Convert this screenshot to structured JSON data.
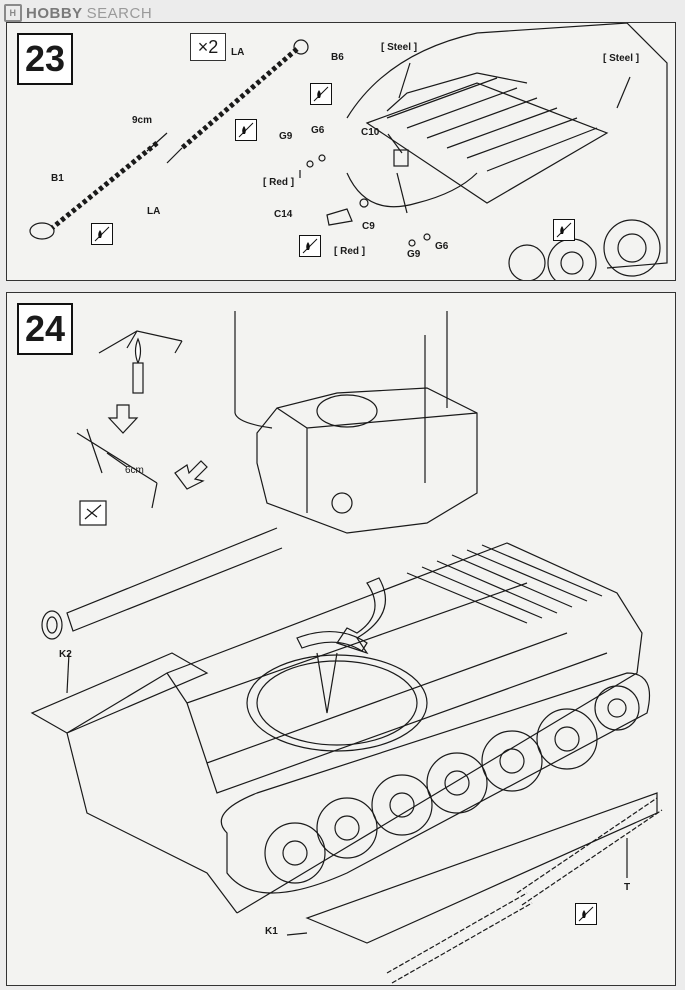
{
  "watermark": {
    "brand": "HOBBY",
    "word": "SEARCH",
    "logo_glyph": "H"
  },
  "step23": {
    "number": "23",
    "quantity": "×2",
    "labels": {
      "la_top": "LA",
      "b6": "B6",
      "dim": "9cm",
      "b1": "B1",
      "la_bottom": "LA",
      "steel_left": "[ Steel ]",
      "steel_right": "[ Steel ]",
      "g9_top": "G9",
      "g6_top": "G6",
      "c10": "C10",
      "red_top": "[ Red ]",
      "c14": "C14",
      "c9": "C9",
      "red_bottom": "[ Red ]",
      "g9_bottom": "G9",
      "g6_bottom": "G6"
    },
    "icons": [
      "glue-icon",
      "glue-icon",
      "glue-icon",
      "glue-icon",
      "glue-icon"
    ]
  },
  "step24": {
    "number": "24",
    "labels": {
      "dim": "6cm",
      "k2": "K2",
      "k1": "K1",
      "t": "T"
    },
    "icons": [
      "candle-icon",
      "stretch-sprue-icon",
      "glue-icon"
    ]
  },
  "colors": {
    "line": "#1a1a1a",
    "panel": "#f3f3f1",
    "page": "#ececec",
    "watermark": "#7a7a7a"
  }
}
